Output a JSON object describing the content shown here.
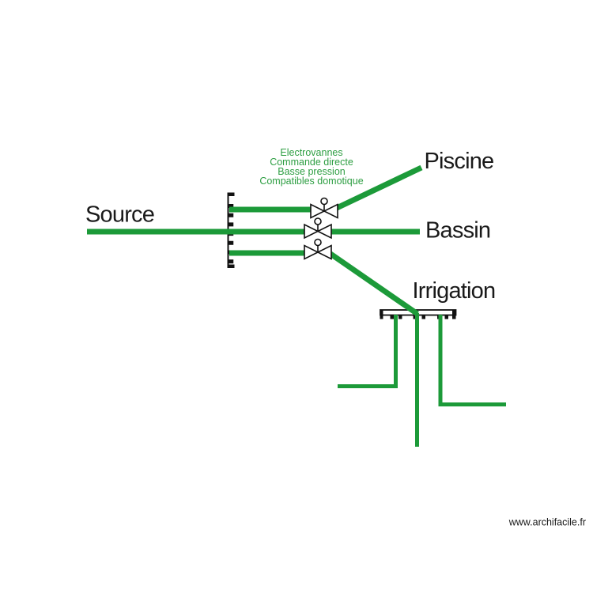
{
  "canvas": {
    "background": "#ffffff"
  },
  "colors": {
    "pipe": "#1c9a39",
    "annotation": "#2d9e42",
    "label": "#1a1a1a",
    "outline": "#111111"
  },
  "annotation": {
    "lines": [
      "Electrovannes",
      "Commande directe",
      "Basse pression",
      "Compatibles domotique"
    ]
  },
  "labels": {
    "source": "Source",
    "piscine": "Piscine",
    "bassin": "Bassin",
    "irrigation": "Irrigation"
  },
  "watermark": {
    "text": "www.archifacile.fr"
  },
  "symbols": {
    "manifolds": [
      "supply-manifold",
      "irrigation-manifold"
    ],
    "valves": [
      "solenoid-valve-piscine",
      "solenoid-valve-bassin",
      "solenoid-valve-irrigation"
    ]
  }
}
